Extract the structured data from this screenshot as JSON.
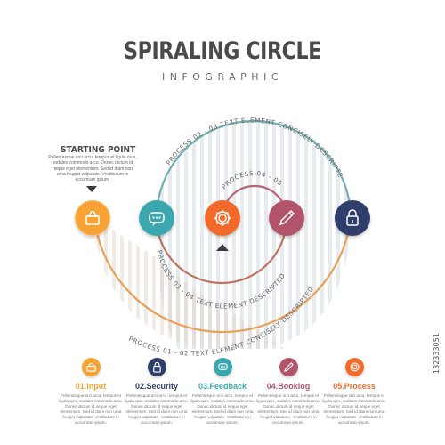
{
  "header": {
    "title": "SPIRALING CIRCLE",
    "subtitle": "INFOGRAPHIC"
  },
  "starting_point": {
    "title": "STARTING POINT",
    "text": "Pellentesque orci arcu, tempus et ligula quis, sodales commodo arcu. Donec dictum id neque eget elementum. Sed id diam non urna feugiat vulputate. Vestibulum in accumsan ipsum."
  },
  "arc_labels": {
    "outer": "PROCESS 01 - 02 TEXT ELEMENT CONCISELY DESCRIPTED",
    "top": "PROCESS 02 - 03 TEXT ELEMENT CONCISELY DESCRIPTED",
    "middle": "PROCESS 03 - 04 TEXT ELEMENT DESCRIPTED",
    "inner": "PROCESS 04 - 05"
  },
  "nodes": [
    {
      "icon": "basket-icon",
      "color": "#F7A235"
    },
    {
      "icon": "chat-icon",
      "color": "#3AA7AE"
    },
    {
      "icon": "gear-icon",
      "color": "#F26B2A"
    },
    {
      "icon": "pencil-icon",
      "color": "#B2546A"
    },
    {
      "icon": "lock-icon",
      "color": "#2E3E6B"
    }
  ],
  "steps": [
    {
      "label": "01.Input",
      "color": "#F7A235",
      "icon": "basket-icon",
      "text": "Pellentesque orci arcu, tempus et ligula quis, sodales commodo arcu. Donec dictum id neque eget elementum. Sed id diam non urna feugiat vulputate. Vestibulum in accumsan ipsum."
    },
    {
      "label": "02.Security",
      "color": "#2E3E6B",
      "icon": "lock-icon",
      "text": "Pellentesque orci arcu, tempus et ligula quis, sodales commodo arcu. Donec dictum id neque eget elementum. Sed id diam non urna feugiat vulputate. Vestibulum in accumsan ipsum."
    },
    {
      "label": "03.Feedback",
      "color": "#3AA7AE",
      "icon": "chat-icon",
      "text": "Pellentesque orci arcu, tempus et ligula quis, sodales commodo arcu. Donec dictum id neque eget elementum. Sed id diam non urna feugiat vulputate. Vestibulum in accumsan ipsum."
    },
    {
      "label": "04.Booklog",
      "color": "#B2546A",
      "icon": "pencil-icon",
      "text": "Pellentesque orci arcu, tempus et ligula quis, sodales commodo arcu. Donec dictum id neque eget elementum. Sed id diam non urna feugiat vulputate. Vestibulum in accumsan ipsum."
    },
    {
      "label": "05.Process",
      "color": "#F26B2A",
      "icon": "gear-icon",
      "text": "Pellentesque orci arcu, tempus et ligula quis, sodales commodo arcu. Donec dictum id neque eget elementum. Sed id diam non urna feugiat vulputate. Vestibulum in accumsan ipsum."
    }
  ],
  "watermark": {
    "side_id": "132333051"
  }
}
